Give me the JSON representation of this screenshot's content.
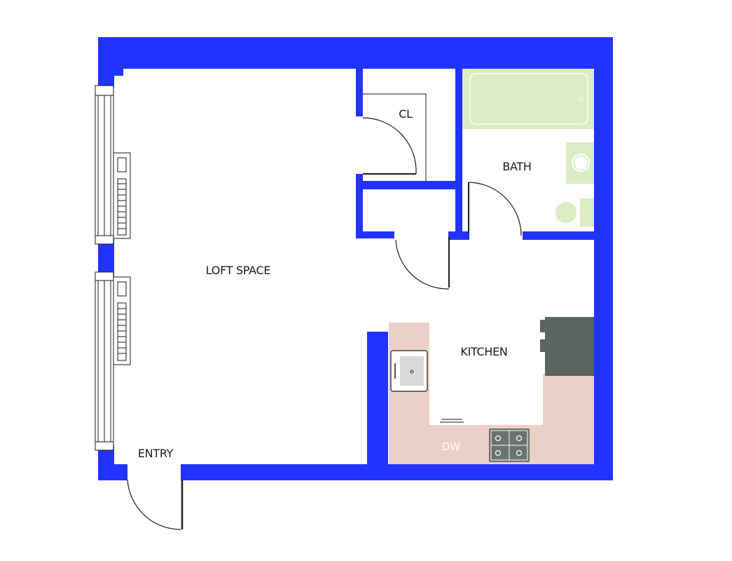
{
  "rooms": {
    "loft": "LOFT SPACE",
    "closet": "CL",
    "bath": "BATH",
    "kitchen": "KITCHEN",
    "entry": "ENTRY"
  },
  "appliances": {
    "dishwasher": "DW"
  },
  "colors": {
    "wall": "#2233ff",
    "counter": "#ebd0c7",
    "bath_fixture": "#dcecc4",
    "fridge": "#5a6460",
    "stove": "#6b7370"
  }
}
